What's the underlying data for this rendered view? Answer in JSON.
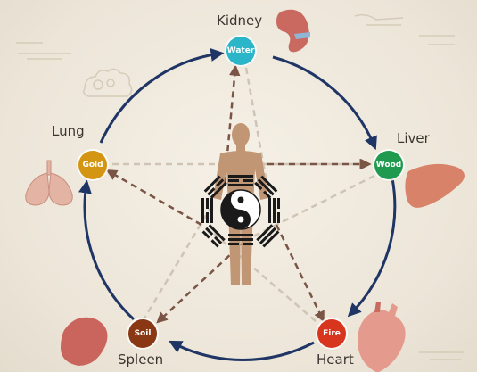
{
  "organs": {
    "kidney": "Kidney",
    "liver": "Liver",
    "heart": "Heart",
    "spleen": "Spleen",
    "lung": "Lung"
  },
  "elements": {
    "water": "Water",
    "wood": "Wood",
    "fire": "Fire",
    "soil": "Soil",
    "gold": "Gold"
  },
  "colors": {
    "water": "#2bb5c8",
    "wood": "#1f9a4e",
    "fire": "#d8351f",
    "soil": "#8a3714",
    "gold": "#d49512",
    "generating_arrow": "#1f3566",
    "controlling_arrow": "#7a5545",
    "background": "#ece5d8"
  }
}
